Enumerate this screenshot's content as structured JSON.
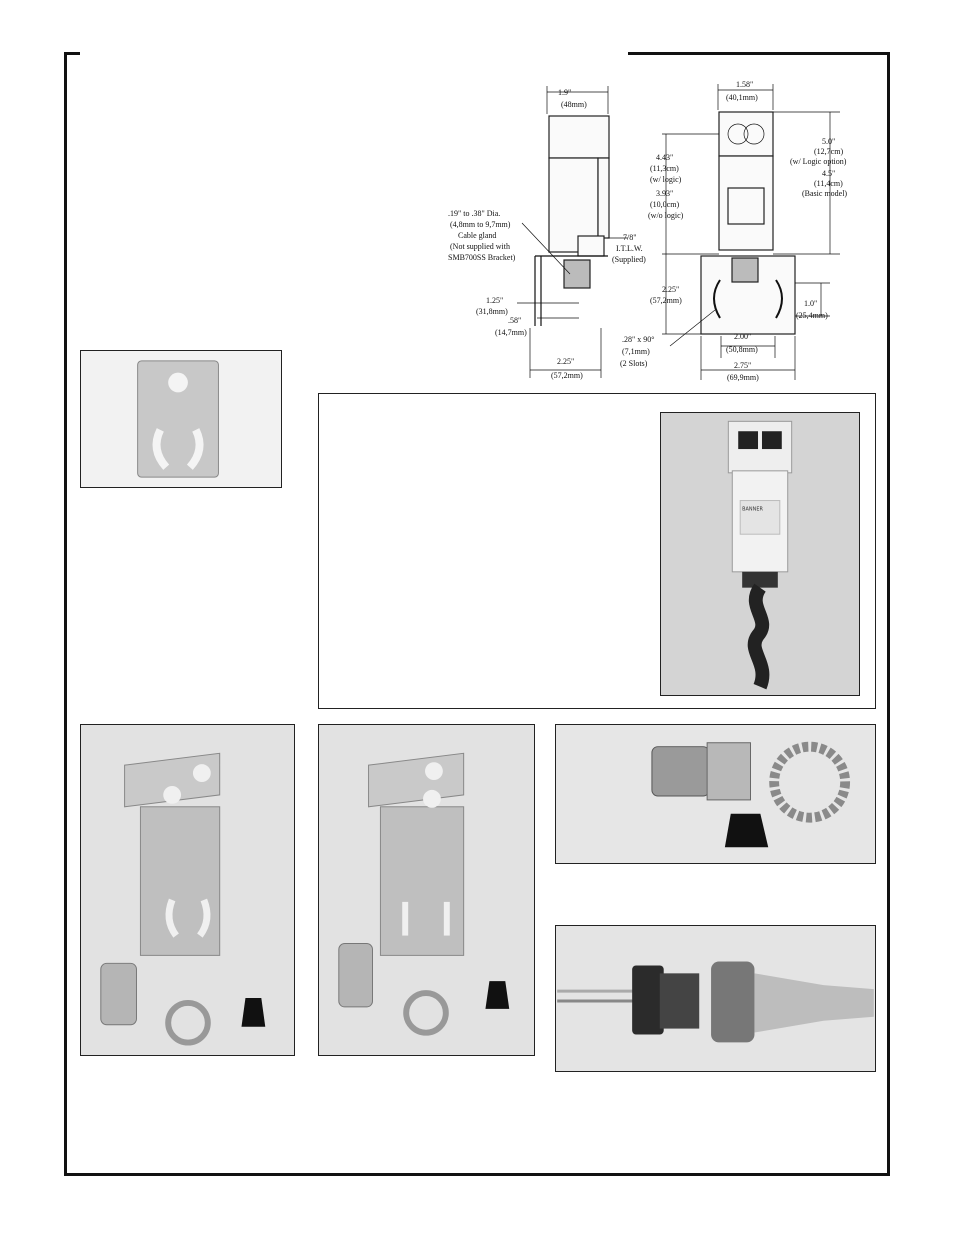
{
  "drawing": {
    "side_width": "1.9\"",
    "side_width_mm": "(48mm)",
    "front_width": "1.58\"",
    "front_width_mm": "(40,1mm)",
    "height_logic_option": "5.0\"",
    "height_logic_option_cm": "(12,7cm)",
    "height_logic_option_note": "(w/ Logic option)",
    "height_basic": "4.5\"",
    "height_basic_cm": "(11,4cm)",
    "height_basic_note": "(Basic model)",
    "h_with_logic": "4.43\"",
    "h_with_logic_cm": "(11,3cm)",
    "h_with_logic_note": "(w/ logic)",
    "h_without_logic": "3.93\"",
    "h_without_logic_cm": "(10,0cm)",
    "h_without_logic_note": "(w/o logic)",
    "cable_dia": ".19\" to .38\" Dia.",
    "cable_dia_mm": "(4,8mm to 9,7mm)",
    "cable_gland": "Cable gland",
    "not_supplied": "(Not supplied with",
    "bracket_name": "SMB700SS Bracket)",
    "thread": "7/8\"",
    "thread_std": "I.T.L.W.",
    "thread_note": "(Supplied)",
    "dim_125": "1.25\"",
    "dim_125_mm": "(31,8mm)",
    "dim_058": ".58\"",
    "dim_058_mm": "(14,7mm)",
    "side_base": "2.25\"",
    "side_base_mm": "(57,2mm)",
    "front_h": "2.25\"",
    "front_h_mm": "(57,2mm)",
    "slot_h": "1.0\"",
    "slot_h_mm": "(25,4mm)",
    "slot_spec": ".28\" x 90°",
    "slot_spec_mm": "(7,1mm)",
    "slot_count": "(2 Slots)",
    "slot_spacing": "2.00\"",
    "slot_spacing_mm": "(50,8mm)",
    "total_width": "2.75\"",
    "total_width_mm": "(69,9mm)"
  },
  "sensor_label": {
    "brand": "BANNER",
    "line1": "",
    "line2": ""
  }
}
